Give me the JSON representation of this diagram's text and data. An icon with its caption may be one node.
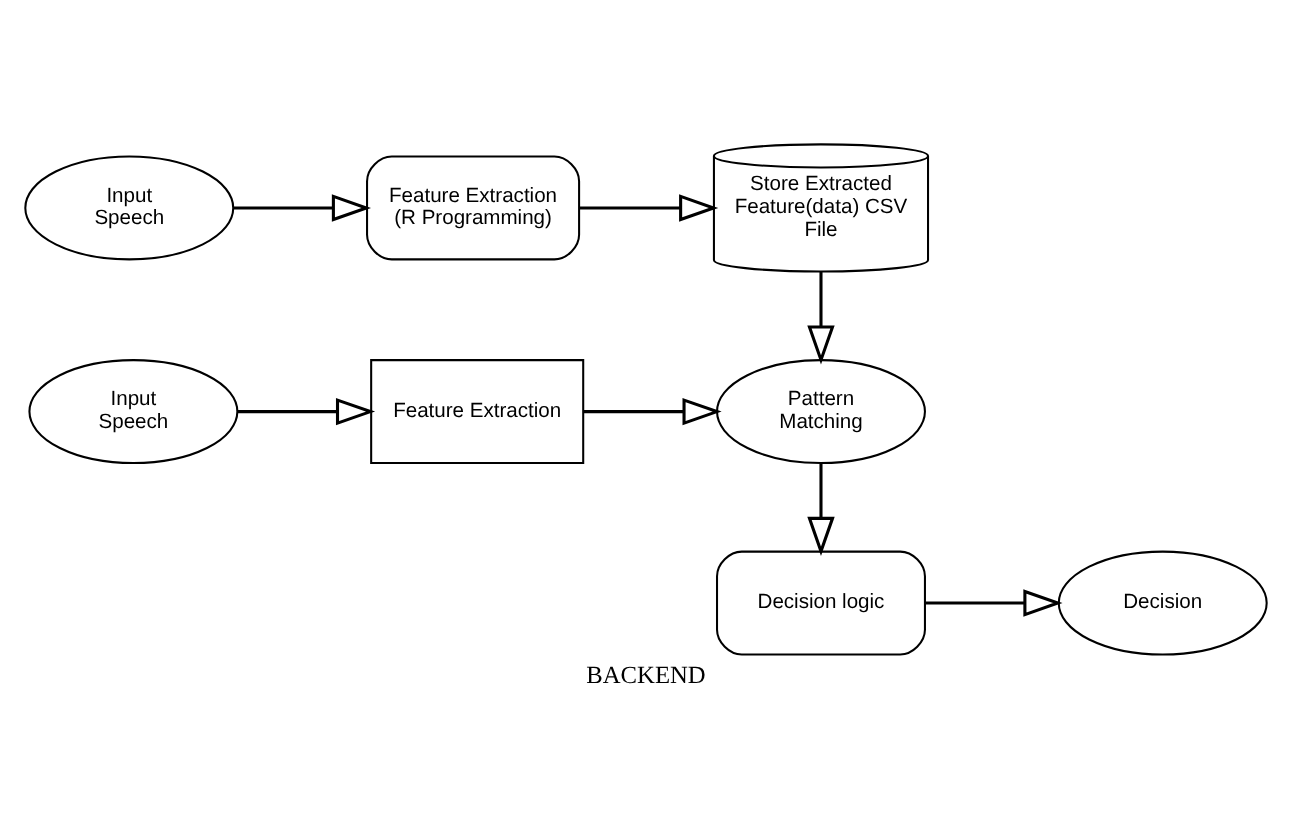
{
  "diagram": {
    "caption": "BACKEND",
    "nodes": [
      {
        "text": [
          "Input Speech"
        ]
      },
      {
        "text": [
          "Feature Extraction (R Programming)"
        ]
      },
      {
        "text": [
          "Store Extracted Feature(data) CSV File"
        ]
      },
      {
        "text": [
          "Input Speech"
        ]
      },
      {
        "text": [
          "Feature Extraction"
        ]
      },
      {
        "text": [
          "Pattern Matching"
        ]
      },
      {
        "text": [
          "Decision"
        ]
      },
      {
        "text": [
          "Decision logic"
        ]
      }
    ],
    "edges": [
      {
        "from": 0,
        "to": 1,
        "arrow": "to"
      },
      {
        "from": 1,
        "to": 2,
        "arrow": "to"
      },
      {
        "from": 2,
        "to": 5,
        "arrow": "to"
      },
      {
        "from": 3,
        "to": 4,
        "arrow": "to"
      },
      {
        "from": 4,
        "to": 5,
        "arrow": "to"
      },
      {
        "from": 5,
        "to": 7,
        "arrow": "to"
      },
      {
        "from": 7,
        "to": 6,
        "arrow": "to"
      }
    ]
  }
}
